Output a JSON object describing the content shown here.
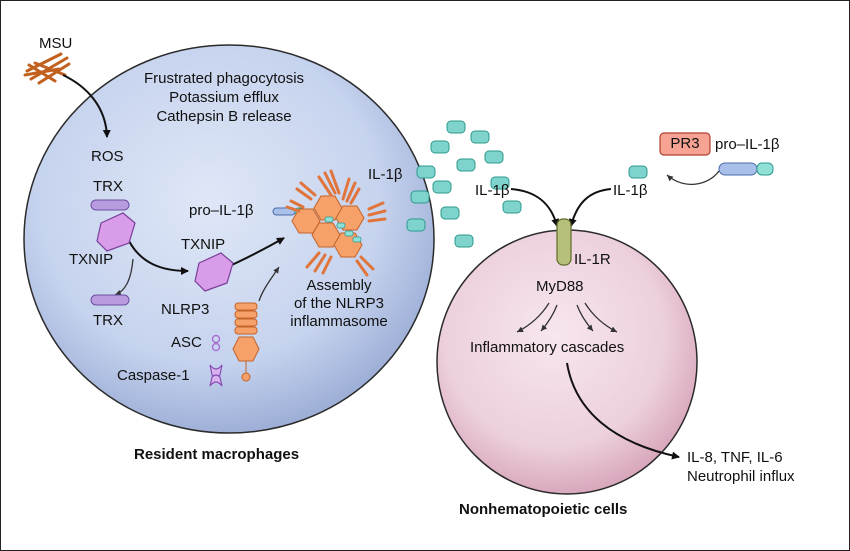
{
  "stimulus": "MSU",
  "macrophage_events": [
    "Frustrated phagocytosis",
    "Potassium efflux",
    "Cathepsin B release"
  ],
  "ros": "ROS",
  "trx_top": "TRX",
  "txnip_left": "TXNIP",
  "trx_bottom": "TRX",
  "txnip_mid": "TXNIP",
  "nlrp3": "NLRP3",
  "asc": "ASC",
  "caspase1": "Caspase-1",
  "pro_il1b_inner": "pro–IL-1β",
  "assembly": [
    "Assembly",
    "of the NLRP3",
    "inflammasome"
  ],
  "il1b_release": "IL-1β",
  "il1b_left_arrow": "IL-1β",
  "il1b_right_arrow": "IL-1β",
  "pr3": "PR3",
  "pro_il1b_outer": "pro–IL-1β",
  "il1r": "IL-1R",
  "myd88": "MyD88",
  "cascades": "Inflammatory cascades",
  "outputs": [
    "IL-8, TNF, IL-6",
    "Neutrophil influx"
  ],
  "resident_label": "Resident macrophages",
  "nonhematopoietic_label": "Nonhematopoietic cells",
  "colors": {
    "macrophage_fill": "#c9d6ef",
    "nonhematopoietic_fill": "#efd3df",
    "teal_vesicle": "#7ed3cc",
    "receptor": "#b7c07a",
    "orange": "#f08a4b",
    "purple": "#b08ad8",
    "pr3": "#f7a393",
    "msu": "#d4702f"
  }
}
